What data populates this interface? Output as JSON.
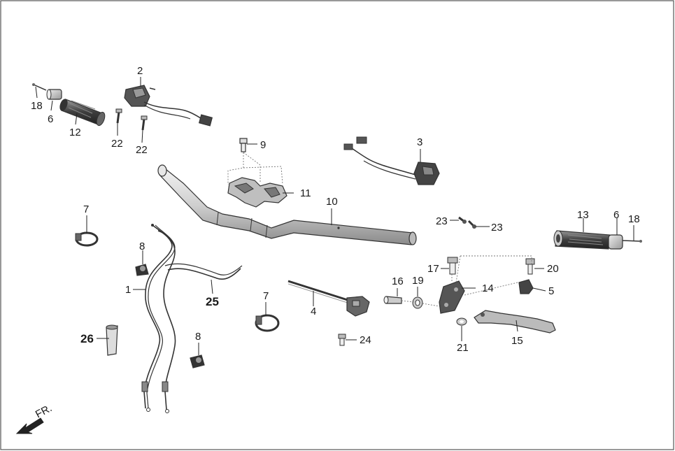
{
  "callouts": {
    "c1": "1",
    "c2": "2",
    "c3": "3",
    "c4": "4",
    "c5": "5",
    "c6a": "6",
    "c6b": "6",
    "c7a": "7",
    "c7b": "7",
    "c8a": "8",
    "c8b": "8",
    "c9": "9",
    "c10": "10",
    "c11": "11",
    "c12": "12",
    "c13": "13",
    "c14": "14",
    "c15": "15",
    "c16": "16",
    "c17": "17",
    "c18a": "18",
    "c18b": "18",
    "c19": "19",
    "c20": "20",
    "c21": "21",
    "c22a": "22",
    "c22b": "22",
    "c23a": "23",
    "c23b": "23",
    "c24": "24",
    "c25": "25",
    "c26": "26"
  },
  "direction_label": "FR.",
  "colors": {
    "line": "#222222",
    "part_fill": "#d6d6d6",
    "dark_fill": "#4a4a4a",
    "border": "#555555"
  }
}
